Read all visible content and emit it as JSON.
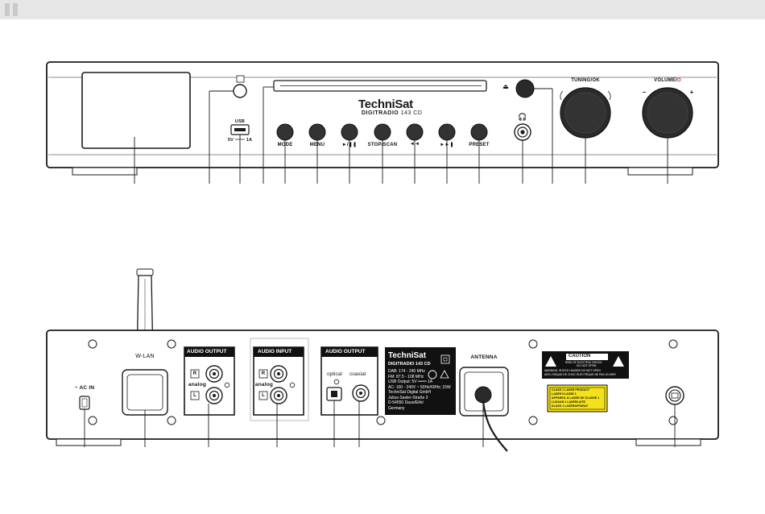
{
  "front": {
    "brand": "TechniSat",
    "model": "DIGITRADIO",
    "model_suffix": "143 CD",
    "usb_label": "USB",
    "usb_power": "5V ═══ 1A",
    "buttons": [
      {
        "label": "MODE"
      },
      {
        "label": "MENU"
      },
      {
        "label": "►/❚❚"
      },
      {
        "label": "STOP/SCAN"
      },
      {
        "label": "◄◄"
      },
      {
        "label": "►►❚"
      },
      {
        "label": "PRESET"
      }
    ],
    "tuning_label": "TUNING/OK",
    "volume_label": "VOLUME/",
    "volume_minus": "−",
    "volume_plus": "+",
    "eject_symbol": "⏏",
    "headphone_symbol": "🎧"
  },
  "rear": {
    "wlan_label": "W-LAN",
    "ac_in_label": "~ AC IN",
    "audio_output_analog": {
      "title": "AUDIO OUTPUT",
      "r": "R",
      "l": "L",
      "analog": "analog"
    },
    "audio_input": {
      "title": "AUDIO INPUT",
      "r": "R",
      "l": "L",
      "analog": "analog"
    },
    "audio_output_digital": {
      "title": "AUDIO OUTPUT",
      "optical": "optical",
      "coaxial": "coaxial"
    },
    "ratings": {
      "brand": "TechniSat",
      "model": "DIGITRADIO 143 CD",
      "lines": "DAB: 174 - 240 MHz\nFM: 87.5 - 108 MHz\nUSB Output: 5V ═══ 1A\nAC: 100 - 240V ~ 50Hz/60Hz; 15W\nTechniSat Digital GmbH\nJulius-Saxler-Straße 3\nD-54550 Daun/Eifel\nGermany"
    },
    "antenna_label": "ANTENNA",
    "caution": {
      "title": "CAUTION",
      "line1": "RISK OF ELECTRIC SHOCK",
      "line2": "DO NOT OPEN",
      "warning": "WARNING: SHOCK HAZARD DO NOT OPEN\nAVIS: RISQUE DE CHOC ÉLECTRIQUE NE PAS OUVRIR"
    },
    "laser": "CLASS 1 LASER PRODUCT\nLASER KLASSE 1\nAPPAREIL À LASER DE CLASSE 1\nLUOKAN 1 LASERLAITE\nKLASS 1 LASERAPPARAT"
  },
  "colors": {
    "panel_stroke": "#1a1a1a",
    "label_black": "#111111",
    "laser_yellow": "#f3e21a",
    "volume_power_red": "#e02020"
  }
}
